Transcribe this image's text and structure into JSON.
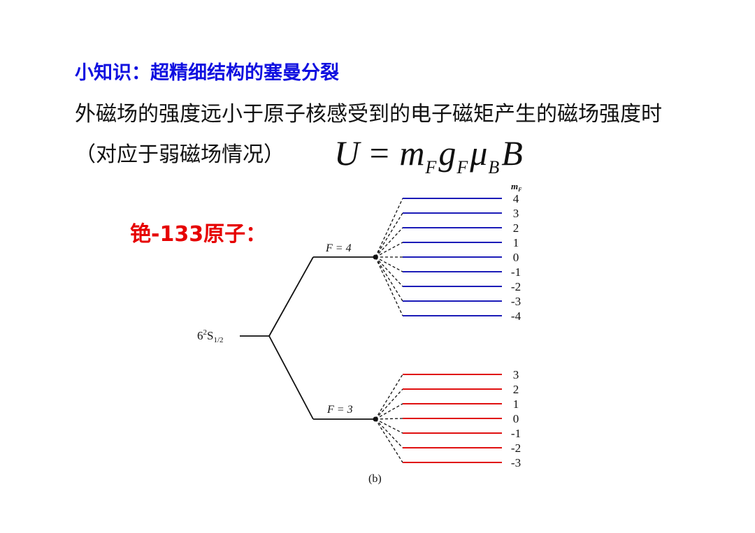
{
  "title": "小知识：超精细结构的塞曼分裂",
  "description_line1": "外磁场的强度远小于原子核感受到的电子磁矩产生的磁场强度时",
  "description_line2": "（对应于弱磁场情况）",
  "formula": {
    "U": "U",
    "eq": " = ",
    "m": "m",
    "sub_F1": "F",
    "g": "g",
    "sub_F2": "F",
    "mu": "μ",
    "sub_B": "B",
    "B": "B"
  },
  "atom_label": "铯-133原子：",
  "diagram": {
    "ground_state": {
      "main": "6",
      "sup": "2",
      "letter": "S",
      "sub": "1/2"
    },
    "mF_header": {
      "m": "m",
      "sub": "F"
    },
    "caption": "(b)",
    "levels": [
      {
        "label": "F = 4",
        "color": "#1c1cb8",
        "mF": [
          "4",
          "3",
          "2",
          "1",
          "0",
          "-1",
          "-2",
          "-3",
          "-4"
        ]
      },
      {
        "label": "F = 3",
        "color": "#e01010",
        "mF": [
          "3",
          "2",
          "1",
          "0",
          "-1",
          "-2",
          "-3"
        ]
      }
    ]
  }
}
